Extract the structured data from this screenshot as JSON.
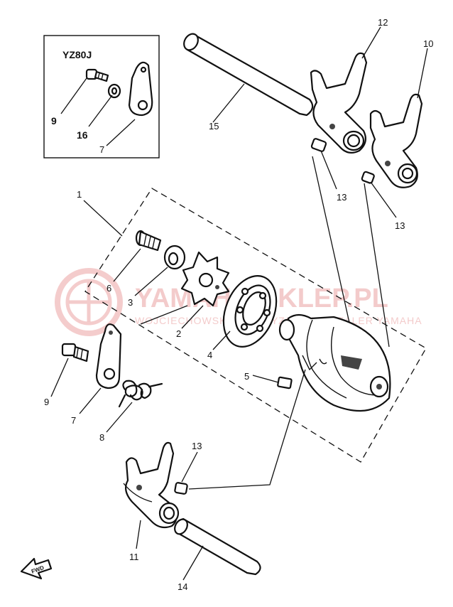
{
  "inset": {
    "model_label": "YZ80J"
  },
  "callouts": {
    "p1": "1",
    "p2": "2",
    "p3": "3",
    "p4": "4",
    "p5": "5",
    "p6": "6",
    "p7": "7",
    "p7_inset": "7",
    "p8": "8",
    "p9": "9",
    "p9_inset": "9",
    "p10": "10",
    "p11": "11",
    "p12": "12",
    "p13a": "13",
    "p13b": "13",
    "p13c": "13",
    "p14": "14",
    "p15": "15",
    "p16_inset": "16"
  },
  "watermark": {
    "title": "YAMAHA-SKLEP.PL",
    "subtitle": "WOJCIECHOWSKI AUTORYZOWANY DEALER YAMAHA"
  },
  "fwd_label": "FWD",
  "colors": {
    "ink": "#111111",
    "watermark": "#f2c3c3",
    "paper": "#ffffff"
  }
}
